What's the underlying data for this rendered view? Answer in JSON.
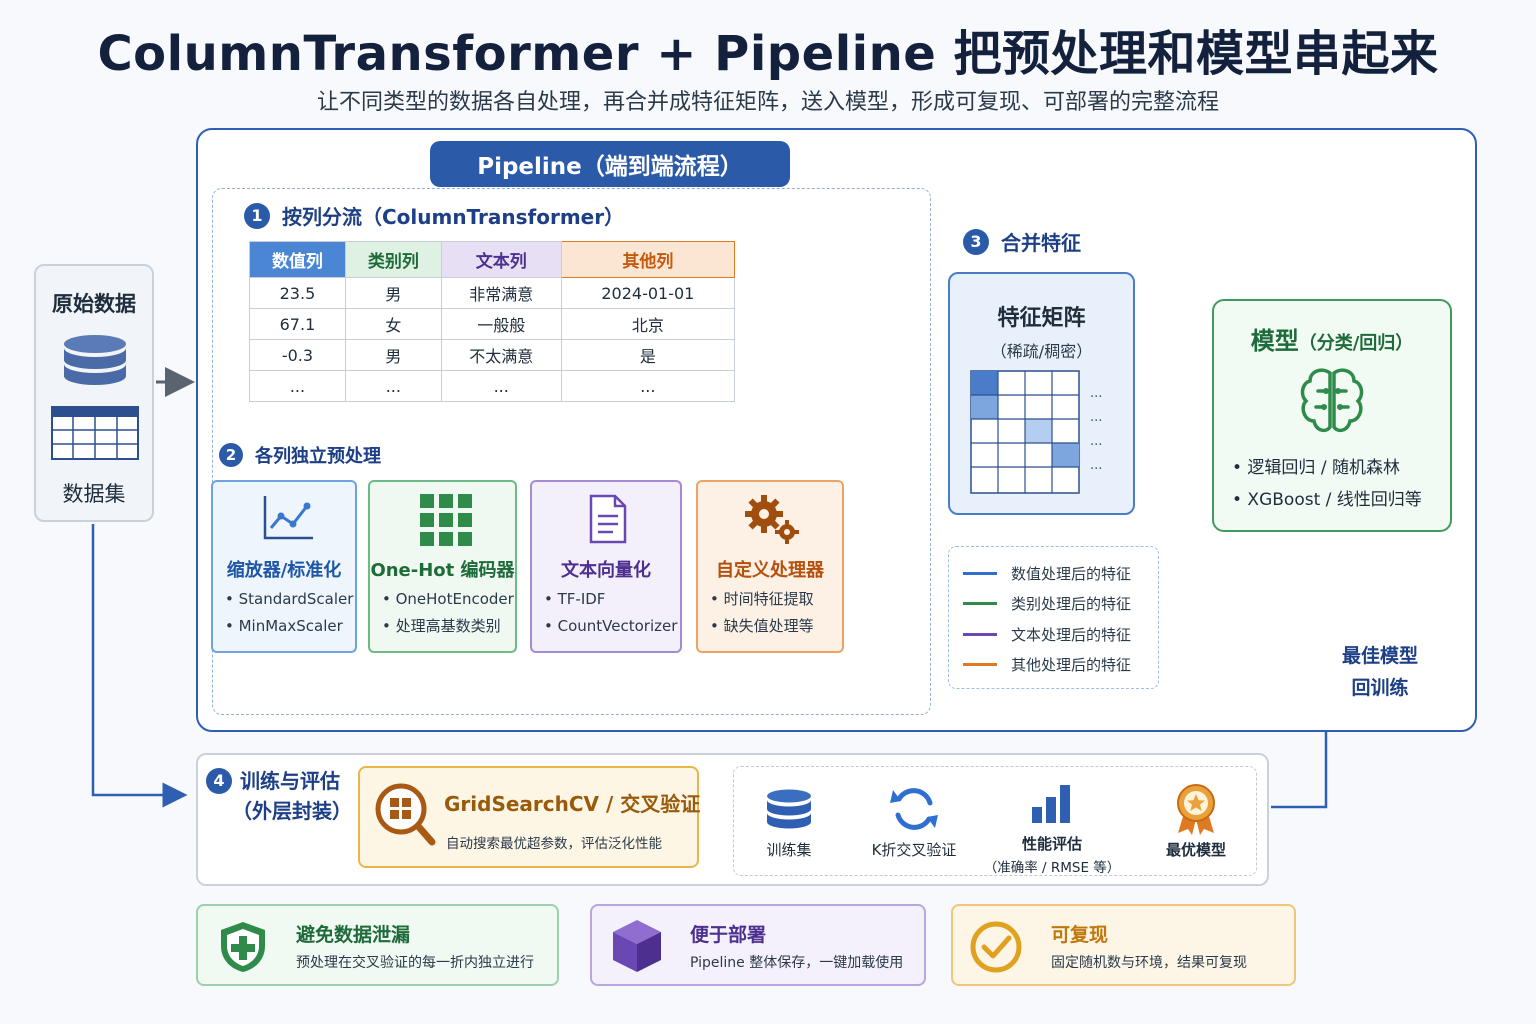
{
  "header": {
    "title": "ColumnTransformer + Pipeline 把预处理和模型串起来",
    "subtitle": "让不同类型的数据各自处理，再合并成特征矩阵，送入模型，形成可复现、可部署的完整流程"
  },
  "raw_data": {
    "title": "原始数据",
    "label": "数据集"
  },
  "pipeline": {
    "label": "Pipeline（端到端流程）"
  },
  "step1": {
    "num": "1",
    "label": "按列分流（ColumnTransformer）"
  },
  "step2": {
    "num": "2",
    "label": "各列独立预处理"
  },
  "step3": {
    "num": "3",
    "label": "合并特征"
  },
  "step4": {
    "num": "4",
    "label_line1": "训练与评估",
    "label_line2": "（外层封装）"
  },
  "table": {
    "headers": [
      "数值列",
      "类别列",
      "文本列",
      "其他列"
    ],
    "rows": [
      [
        "23.5",
        "男",
        "非常满意",
        "2024-01-01"
      ],
      [
        "67.1",
        "女",
        "一般般",
        "北京"
      ],
      [
        "-0.3",
        "男",
        "不太满意",
        "是"
      ],
      [
        "...",
        "...",
        "...",
        "..."
      ]
    ]
  },
  "processors": [
    {
      "title": "缩放器/标准化",
      "items": [
        "• StandardScaler",
        "• MinMaxScaler"
      ],
      "color": "#3a78c9"
    },
    {
      "title": "One-Hot 编码器",
      "items": [
        "• OneHotEncoder",
        "• 处理高基数类别"
      ],
      "color": "#2e8b4a"
    },
    {
      "title": "文本向量化",
      "items": [
        "• TF-IDF",
        "• CountVectorizer"
      ],
      "color": "#6a48b3"
    },
    {
      "title": "自定义处理器",
      "items": [
        "• 时间特征提取",
        "• 缺失值处理等"
      ],
      "color": "#e07a22"
    }
  ],
  "feature_matrix": {
    "title": "特征矩阵",
    "subtitle": "（稀疏/稠密）",
    "ellipsis": "..."
  },
  "legend": [
    {
      "label": "数值处理后的特征",
      "color": "#2f6fd0"
    },
    {
      "label": "类别处理后的特征",
      "color": "#2e8b4a"
    },
    {
      "label": "文本处理后的特征",
      "color": "#6a48b3"
    },
    {
      "label": "其他处理后的特征",
      "color": "#e07a22"
    }
  ],
  "model": {
    "title": "模型",
    "title_suffix": "（分类/回归）",
    "items": [
      "• 逻辑回归 / 随机森林",
      "• XGBoost / 线性回归等"
    ]
  },
  "best_model_retrain": {
    "line1": "最佳模型",
    "line2": "回训练"
  },
  "grid_search": {
    "title": "GridSearchCV / 交叉验证",
    "desc": "自动搜索最优超参数，评估泛化性能"
  },
  "training_flow": {
    "train_set": "训练集",
    "kfold": "K折交叉验证",
    "perf": "性能评估",
    "perf_sub": "（准确率 / RMSE 等）",
    "best": "最优模型"
  },
  "benefits": [
    {
      "title": "避免数据泄漏",
      "desc": "预处理在交叉验证的每一折内独立进行",
      "color": "#2e8b4a"
    },
    {
      "title": "便于部署",
      "desc": "Pipeline 整体保存，一键加载使用",
      "color": "#6a48b3"
    },
    {
      "title": "可复现",
      "desc": "固定随机数与环境，结果可复现",
      "color": "#e0a020"
    }
  ]
}
